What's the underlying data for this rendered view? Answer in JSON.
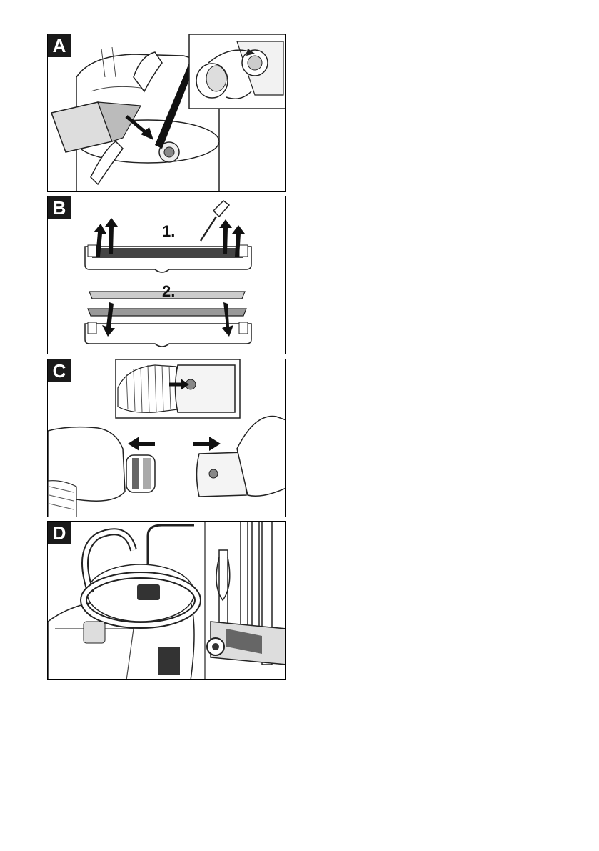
{
  "panels": [
    {
      "label": "A"
    },
    {
      "label": "B",
      "steps": [
        "1.",
        "2."
      ]
    },
    {
      "label": "C"
    },
    {
      "label": "D"
    }
  ]
}
